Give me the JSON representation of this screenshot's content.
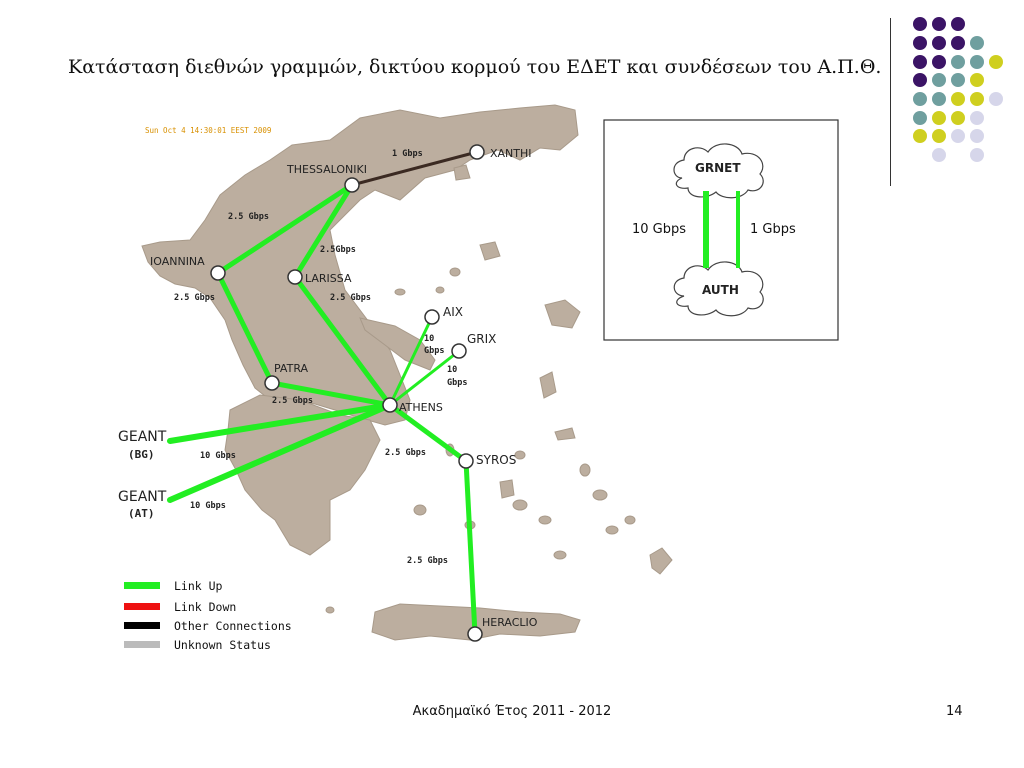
{
  "slide": {
    "title": "Κατάσταση διεθνών γραμμών, δικτύου κορμού του ΕΔΕΤ και συνδέσεων του Α.Π.Θ.",
    "footer_center": "Ακαδημαϊκό Έτος 2011 - 2012",
    "page_number": "14"
  },
  "map": {
    "timestamp": "Sun Oct 4 14:30:01 EEST 2009",
    "cities": {
      "thessaloniki": "THESSALONIKI",
      "xanthi": "XANTHI",
      "ioannina": "IOANNINA",
      "larissa": "LARISSA",
      "aix": "AIX",
      "grix": "GRIX",
      "patra": "PATRA",
      "athens": "ATHENS",
      "syros": "SYROS",
      "heraclio": "HERACLIO",
      "geant_bg_1": "GEANT",
      "geant_bg_2": "(BG)",
      "geant_at_1": "GEANT",
      "geant_at_2": "(AT)"
    },
    "links": {
      "thess_xanthi": "1 Gbps",
      "thess_ioannina": "2.5 Gbps",
      "thess_larissa": "2.5Gbps",
      "ioannina_patra": "2.5 Gbps",
      "larissa_athens": "2.5 Gbps",
      "aix_10": "10",
      "aix_gbps": "Gbps",
      "grix_10": "10",
      "grix_gbps": "Gbps",
      "patra_athens": "2.5 Gbps",
      "athens_syros": "2.5 Gbps",
      "geant_bg": "10 Gbps",
      "geant_at": "10 Gbps",
      "syros_heraclio": "2.5 Gbps"
    },
    "legend": [
      {
        "label": "Link Up",
        "color": "#22ee22"
      },
      {
        "label": "Link Down",
        "color": "#ee1111"
      },
      {
        "label": "Other Connections",
        "color": "#000000"
      },
      {
        "label": "Unknown Status",
        "color": "#bbbbbb"
      }
    ]
  },
  "inset": {
    "grnet": "GRNET",
    "auth": "AUTH",
    "left_link": "10 Gbps",
    "right_link": "1 Gbps"
  },
  "colors": {
    "land": "#bcae9f",
    "link_up": "#22ee22",
    "other": "#3b2a22",
    "dot_purple": "#3b1466",
    "dot_teal": "#6f9f9f",
    "dot_yellow": "#cfcf1f",
    "dot_lilac": "#d6d6ea"
  }
}
